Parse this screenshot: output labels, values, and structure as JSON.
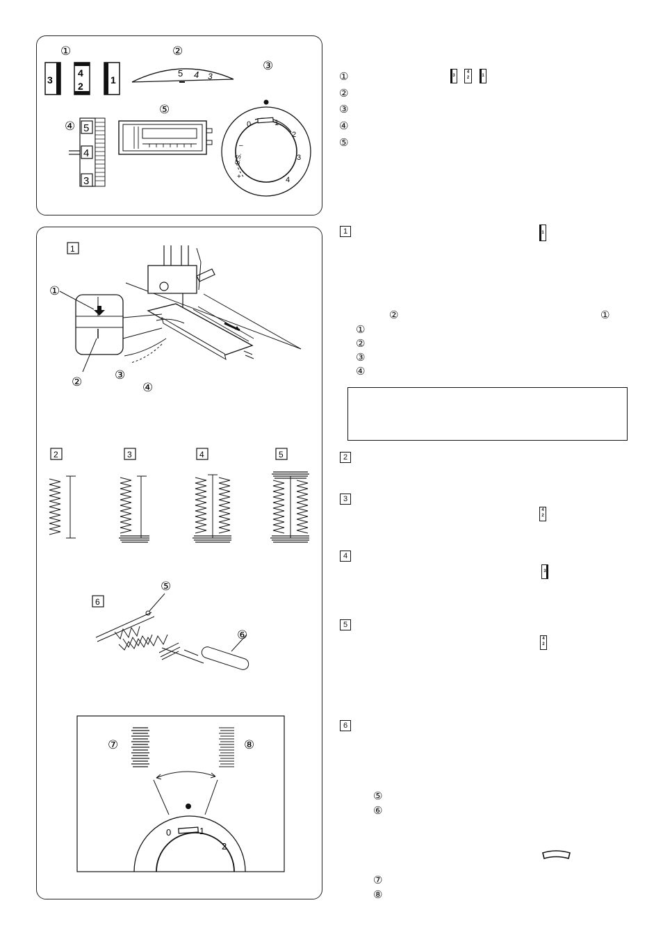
{
  "circles": [
    "①",
    "②",
    "③",
    "④",
    "⑤",
    "⑥",
    "⑦",
    "⑧"
  ],
  "boxes": [
    "1",
    "2",
    "3",
    "4",
    "5",
    "6"
  ],
  "top_panel": {
    "bh_labels": [
      "3",
      "4",
      "2",
      "1"
    ],
    "arc_scale": [
      "5",
      "4",
      "3"
    ],
    "slide_scale": [
      "5",
      "4",
      "3"
    ],
    "dial_marks": [
      "0",
      "1",
      "2",
      "3",
      "4"
    ],
    "dial_ss": "S.S.",
    "dial_plus": "+",
    "dial_minus": "–"
  },
  "icons": {
    "left_stitch": "3",
    "mid_stitch_top": "4",
    "mid_stitch_bottom": "2",
    "right_stitch": "1"
  }
}
